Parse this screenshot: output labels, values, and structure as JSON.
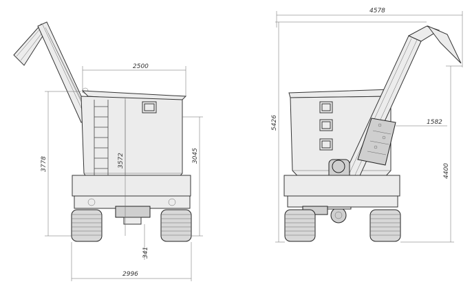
{
  "front_view": {
    "dims": {
      "top_width": "2500",
      "height_left": "3778",
      "height_center": "3572",
      "height_right": "3045",
      "clearance": "341",
      "track_width": "2996"
    }
  },
  "rear_view": {
    "dims": {
      "total_width": "4578",
      "total_height": "5426",
      "spout_drop": "1582",
      "discharge_height": "4400"
    }
  }
}
